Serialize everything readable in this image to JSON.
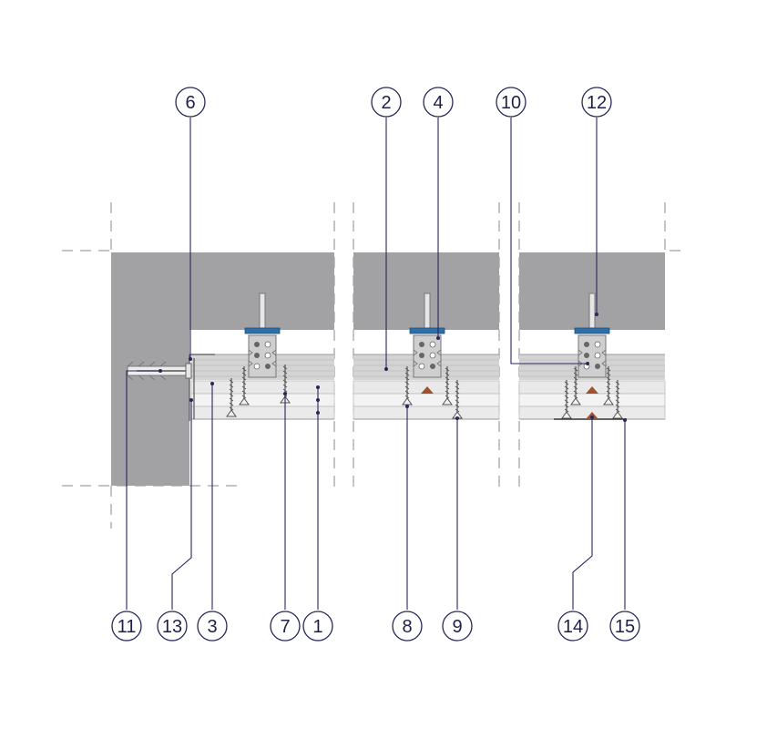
{
  "diagram": {
    "colors": {
      "concrete": "#a2a2a4",
      "board": "#d9d9d9",
      "board_light": "#e8e8e8",
      "steel": "#b5b5b5",
      "washer": "#2f6fa8",
      "sealant": "#a0522d",
      "leader": "#27275a",
      "dash": "#8a8a8a"
    },
    "callouts": [
      {
        "id": "c6",
        "label": "6"
      },
      {
        "id": "c2",
        "label": "2"
      },
      {
        "id": "c4",
        "label": "4"
      },
      {
        "id": "c10",
        "label": "10"
      },
      {
        "id": "c12",
        "label": "12"
      },
      {
        "id": "c11",
        "label": "11"
      },
      {
        "id": "c13",
        "label": "13"
      },
      {
        "id": "c3",
        "label": "3"
      },
      {
        "id": "c7",
        "label": "7"
      },
      {
        "id": "c1",
        "label": "1"
      },
      {
        "id": "c8",
        "label": "8"
      },
      {
        "id": "c9",
        "label": "9"
      },
      {
        "id": "c14",
        "label": "14"
      },
      {
        "id": "c15",
        "label": "15"
      }
    ]
  }
}
